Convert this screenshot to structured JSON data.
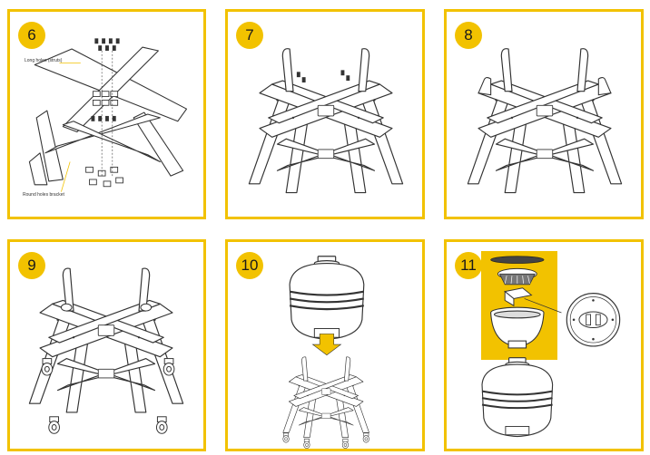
{
  "steps": [
    {
      "number": "6",
      "callouts": {
        "long_holes": "Long holes (struts)",
        "round_holes": "Round holes bracket"
      }
    },
    {
      "number": "7"
    },
    {
      "number": "8"
    },
    {
      "number": "9"
    },
    {
      "number": "10"
    },
    {
      "number": "11"
    }
  ],
  "colors": {
    "accent": "#F2C200",
    "line": "#333333",
    "arrow": "#F2C200"
  }
}
